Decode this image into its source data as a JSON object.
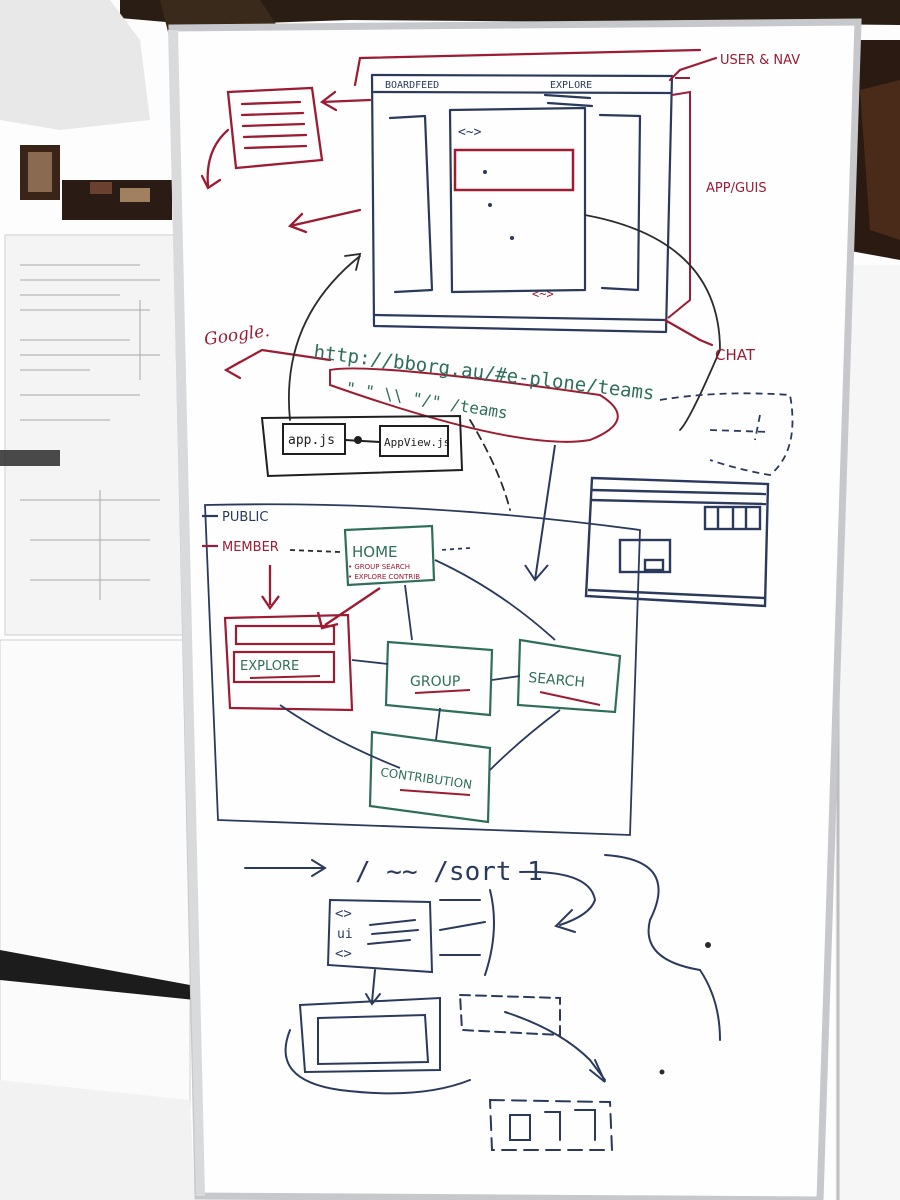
{
  "photo": {
    "colors": {
      "red_marker": "#9c1c33",
      "green_marker": "#2f6e5b",
      "navy_marker": "#2b3a5c",
      "dark_marker": "#1f1f1f",
      "board": "#fdfdfd",
      "frame": "#c8cacd",
      "shadow": "#1c1410"
    },
    "wireframe": {
      "header_left": "BOARDFEED",
      "header_right": "EXPLORE",
      "center_tag_top": "<~>",
      "center_tag_bottom": "<~>"
    },
    "annotations": {
      "user_nav": "USER & NAV",
      "app_guis": "APP/GUIS",
      "chat": "CHAT",
      "google": "Google."
    },
    "url": {
      "line1": "http://bborg.au/#e-plone/teams",
      "line2": "\"    \"  \\\\  \"/\"      /teams"
    },
    "files": {
      "app_js": "app.js",
      "app_view": "AppView.js"
    },
    "legend": {
      "public": "PUBLIC",
      "member": "MEMBER"
    },
    "nodes": {
      "home": "HOME",
      "home_sub1": "• GROUP  SEARCH",
      "home_sub2": "• EXPLORE  CONTRIB",
      "explore": "EXPLORE",
      "group": "GROUP",
      "search": "SEARCH",
      "contribution": "CONTRIBUTION"
    },
    "bottom": {
      "path": "/ ~~ /sort 1",
      "code1": "<>",
      "code2": "ui",
      "code3": "<>"
    }
  }
}
